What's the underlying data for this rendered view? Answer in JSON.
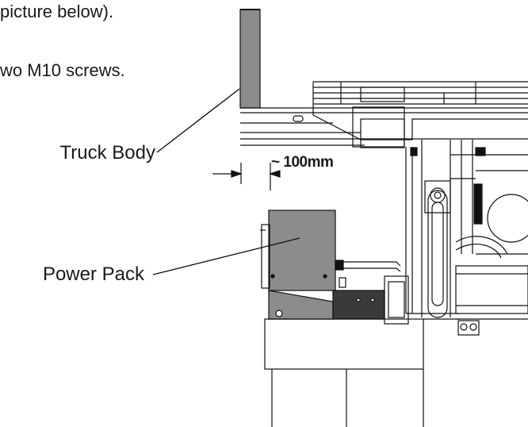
{
  "intro": {
    "line1": "picture below).",
    "line2": "wo M10 screws."
  },
  "labels": {
    "truck_body": "Truck Body",
    "power_pack": "Power Pack"
  },
  "dimension": {
    "text": "~ 100mm"
  }
}
